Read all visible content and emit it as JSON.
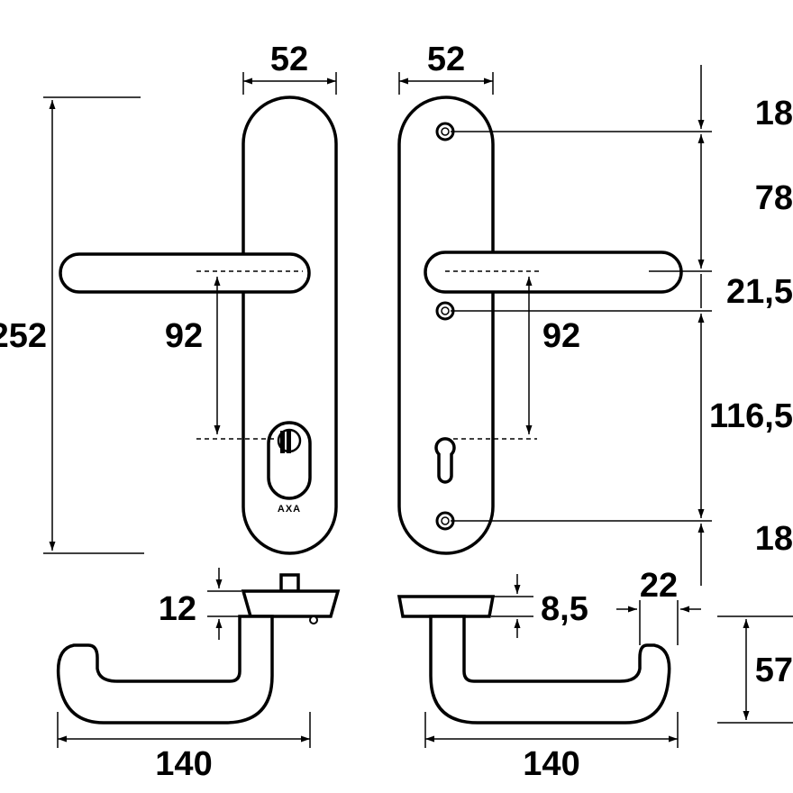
{
  "dimensions": {
    "left_plate_width": "52",
    "right_plate_width": "52",
    "plate_height": "252",
    "left_lever_to_cylinder": "92",
    "right_lever_to_keyhole": "92",
    "top_to_screw": "18",
    "screw_to_lever": "78",
    "lever_to_screw": "21,5",
    "screw_to_screw": "116,5",
    "bottom_to_screw": "18",
    "left_rose_thickness": "12",
    "right_rose_thickness": "8,5",
    "lever_grip_diameter": "22",
    "lever_projection": "57",
    "left_lever_length": "140",
    "right_lever_length": "140"
  },
  "brand": "AXA"
}
